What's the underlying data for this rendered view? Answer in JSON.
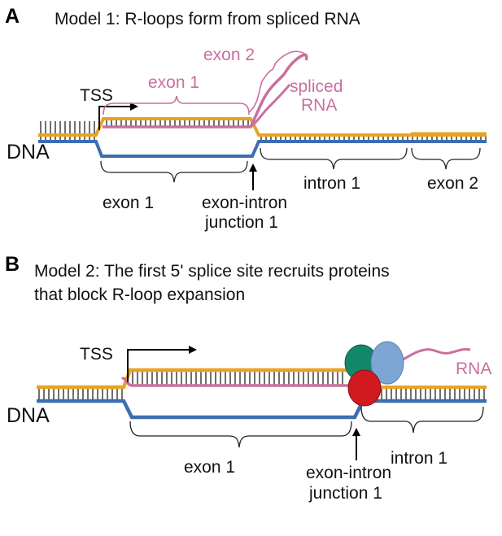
{
  "panel_a": {
    "letter": "A",
    "title": "Model 1: R-loops form from spliced RNA",
    "tss": "TSS",
    "dna": "DNA",
    "rna_exon1": "exon 1",
    "rna_exon2": "exon 2",
    "spliced_rna_line1": "spliced",
    "spliced_rna_line2": "RNA",
    "exon1": "exon 1",
    "junction_line1": "exon-intron",
    "junction_line2": "junction 1",
    "intron1": "intron 1",
    "exon2": "exon 2"
  },
  "panel_b": {
    "letter": "B",
    "title_line1": "Model 2: The first 5' splice site recruits proteins",
    "title_line2": "that block R-loop expansion",
    "tss": "TSS",
    "dna": "DNA",
    "rna": "RNA",
    "exon1": "exon 1",
    "junction_line1": "exon-intron",
    "junction_line2": "junction 1",
    "intron1": "intron 1"
  },
  "colors": {
    "top_strand": "#e8a421",
    "bottom_strand": "#3d6db3",
    "rna": "#c8709e",
    "protein_green": "#13876a",
    "protein_blue": "#7ea6d4",
    "protein_red": "#d11a1f",
    "rung": "#333333"
  }
}
